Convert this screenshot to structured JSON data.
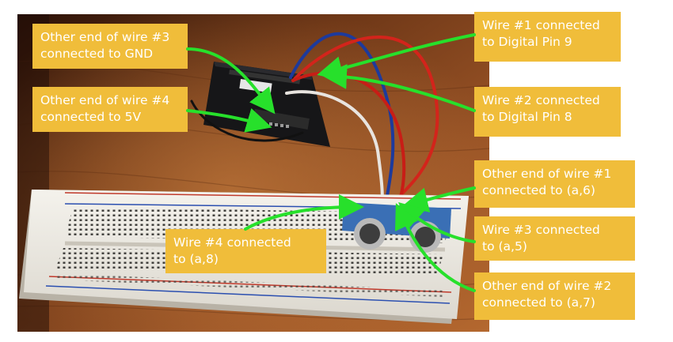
{
  "annotations": [
    {
      "id": "wire3-gnd",
      "lines": [
        "Other end of wire #3",
        "connected to GND"
      ]
    },
    {
      "id": "wire4-5v",
      "lines": [
        "Other end of wire #4",
        "connected to 5V"
      ]
    },
    {
      "id": "wire1-pin9",
      "lines": [
        "Wire #1 connected",
        "to Digital Pin 9"
      ]
    },
    {
      "id": "wire2-pin8",
      "lines": [
        "Wire #2 connected",
        "to Digital Pin 8"
      ]
    },
    {
      "id": "wire1-a6",
      "lines": [
        "Other end of wire #1",
        "connected to (a,6)"
      ]
    },
    {
      "id": "wire3-a5",
      "lines": [
        "Wire #3 connected",
        "to (a,5)"
      ]
    },
    {
      "id": "wire2-a7",
      "lines": [
        "Other end of wire #2",
        "connected to (a,7)"
      ]
    },
    {
      "id": "wire4-a8",
      "lines": [
        "Wire #4 connected",
        "to (a,8)"
      ]
    }
  ],
  "colors": {
    "label_background": "#f0bd3a",
    "label_text": "#ffffff",
    "arrow": "#27e02b",
    "table_wood": "#8a4a22",
    "breadboard": "#ece9e2",
    "arduino_board": "#1b1b1d",
    "wire_red": "#d3241b",
    "wire_blue": "#1d3a9c",
    "wire_white": "#e8e4df"
  },
  "photo": {
    "subject": "arduino-ultrasonic-sensor-breadboard-photo"
  }
}
